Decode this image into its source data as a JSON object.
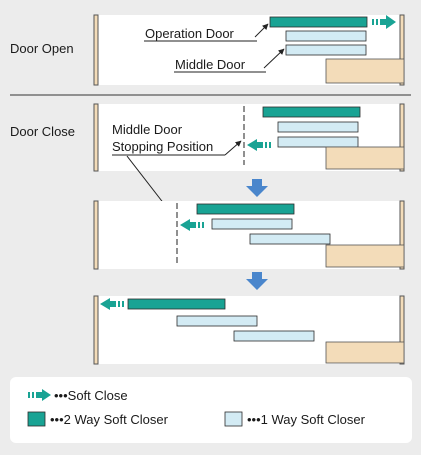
{
  "sections": {
    "door_open": {
      "label": "Door Open"
    },
    "door_close": {
      "label": "Door Close"
    }
  },
  "callouts": {
    "operation_door": "Operation Door",
    "middle_door": "Middle Door",
    "stopping_line1": "Middle Door",
    "stopping_line2": "Stopping Position"
  },
  "legend": {
    "soft_close": "•••Soft Close",
    "two_way": "•••2 Way Soft Closer",
    "one_way": "•••1 Way Soft Closer"
  },
  "colors": {
    "teal": "#19a394",
    "light_blue": "#d3ebf4",
    "tan": "#f3dcb9",
    "arrow_blue": "#4a86cc",
    "background": "#ececec"
  },
  "icons": [
    "soft-close-arrow-icon",
    "down-arrow-icon",
    "wall-post-icon"
  ]
}
